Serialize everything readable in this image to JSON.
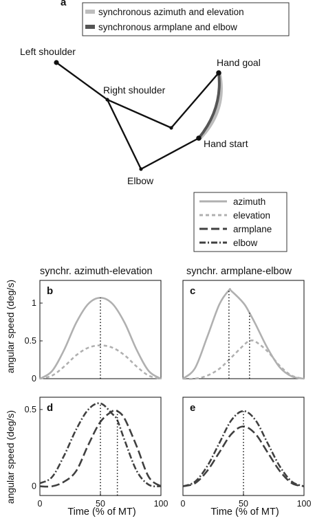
{
  "panel_a": {
    "letter": "a",
    "legend": [
      {
        "label": "synchronous azimuth and elevation",
        "color": "#bdbdbd"
      },
      {
        "label": "synchronous armplane and elbow",
        "color": "#555555"
      }
    ],
    "points": {
      "left_shoulder": "Left shoulder",
      "right_shoulder": "Right shoulder",
      "hand_goal": "Hand goal",
      "hand_start": "Hand start",
      "elbow": "Elbow"
    }
  },
  "legend": [
    {
      "label": "azimuth",
      "color": "#b0b0b0",
      "style": "solid"
    },
    {
      "label": "elevation",
      "color": "#b0b0b0",
      "style": "dashed"
    },
    {
      "label": "armplane",
      "color": "#404040",
      "style": "long-dash"
    },
    {
      "label": "elbow",
      "color": "#404040",
      "style": "dash-dot"
    }
  ],
  "column_titles": {
    "left": "synchr. azimuth-elevation",
    "right": "synchr. armplane-elbow"
  },
  "ylabel": "angular speed (deg/s)",
  "xlabel": "Time (% of MT)",
  "chart_data": [
    {
      "type": "line",
      "panel": "b",
      "x": [
        0,
        10,
        20,
        30,
        40,
        50,
        60,
        70,
        80,
        90,
        100
      ],
      "series": [
        {
          "name": "azimuth",
          "values": [
            0,
            0.1,
            0.38,
            0.74,
            0.99,
            1.07,
            0.99,
            0.74,
            0.38,
            0.1,
            0
          ]
        },
        {
          "name": "elevation",
          "values": [
            0,
            0.04,
            0.16,
            0.31,
            0.41,
            0.44,
            0.41,
            0.31,
            0.16,
            0.04,
            0
          ]
        }
      ],
      "markers_x": [
        50
      ],
      "xlim": [
        0,
        100
      ],
      "ylim": [
        0,
        1.3
      ],
      "yticks": [
        "0",
        "0.5",
        "1"
      ],
      "xticks": []
    },
    {
      "type": "line",
      "panel": "c",
      "x": [
        0,
        10,
        20,
        30,
        38,
        40,
        50,
        55,
        60,
        70,
        80,
        90,
        100
      ],
      "series": [
        {
          "name": "azimuth",
          "values": [
            0,
            0.14,
            0.55,
            0.98,
            1.17,
            1.16,
            1.0,
            0.87,
            0.72,
            0.4,
            0.15,
            0.03,
            0
          ]
        },
        {
          "name": "elevation",
          "values": [
            0,
            0.0,
            0.04,
            0.13,
            0.25,
            0.28,
            0.44,
            0.5,
            0.49,
            0.36,
            0.17,
            0.04,
            0
          ]
        }
      ],
      "markers_x": [
        38,
        55
      ],
      "xlim": [
        0,
        100
      ],
      "ylim": [
        0,
        1.3
      ],
      "yticks": [],
      "xticks": []
    },
    {
      "type": "line",
      "panel": "d",
      "x": [
        0,
        10,
        20,
        30,
        40,
        50,
        60,
        64,
        70,
        80,
        90,
        100
      ],
      "series": [
        {
          "name": "armplane",
          "values": [
            0,
            0.0,
            0.03,
            0.1,
            0.27,
            0.42,
            0.49,
            0.49,
            0.44,
            0.26,
            0.06,
            0
          ]
        },
        {
          "name": "elbow",
          "values": [
            0.02,
            0.06,
            0.2,
            0.37,
            0.5,
            0.54,
            0.47,
            0.43,
            0.3,
            0.1,
            0.01,
            0
          ]
        }
      ],
      "markers_x": [
        50,
        64
      ],
      "xlim": [
        0,
        100
      ],
      "ylim": [
        -0.06,
        0.58
      ],
      "yticks": [
        "0",
        "0.5"
      ],
      "xticks": [
        "0",
        "50",
        "100"
      ]
    },
    {
      "type": "line",
      "panel": "e",
      "x": [
        0,
        10,
        20,
        30,
        40,
        50,
        60,
        70,
        80,
        90,
        100
      ],
      "series": [
        {
          "name": "armplane",
          "values": [
            0,
            0.02,
            0.1,
            0.22,
            0.34,
            0.39,
            0.34,
            0.22,
            0.1,
            0.02,
            0
          ]
        },
        {
          "name": "elbow",
          "values": [
            0,
            0.03,
            0.13,
            0.28,
            0.43,
            0.49,
            0.43,
            0.28,
            0.13,
            0.03,
            0
          ]
        }
      ],
      "markers_x": [
        50
      ],
      "xlim": [
        0,
        100
      ],
      "ylim": [
        -0.06,
        0.58
      ],
      "yticks": [],
      "xticks": [
        "0",
        "50",
        "100"
      ]
    }
  ]
}
